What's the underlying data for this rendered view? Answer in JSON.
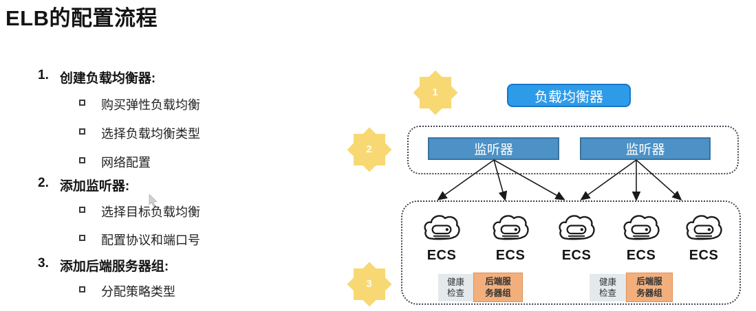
{
  "title": "ELB的配置流程",
  "outline": {
    "steps": [
      {
        "num": "1.",
        "label": "创建负载均衡器:",
        "subs": [
          "购买弹性负载均衡",
          "选择负载均衡类型",
          "网络配置"
        ]
      },
      {
        "num": "2.",
        "label": "添加监听器:",
        "subs": [
          "选择目标负载均衡",
          "配置协议和端口号"
        ]
      },
      {
        "num": "3.",
        "label": "添加后端服务器组:",
        "subs": [
          "分配策略类型"
        ]
      }
    ]
  },
  "diagram": {
    "badges": [
      "1",
      "2",
      "3"
    ],
    "load_balancer_label": "负载均衡器",
    "listeners": [
      "监听器",
      "监听器"
    ],
    "ecs_nodes": [
      "ECS",
      "ECS",
      "ECS",
      "ECS",
      "ECS"
    ],
    "health_check_label": "健康\n检查",
    "backend_group_label": "后端服\n务器组"
  },
  "colors": {
    "load_balancer_blue": "#2E9BE9",
    "listener_blue": "#4C92C6",
    "badge_gold": "#F7D873",
    "backend_orange": "#F2AF7C",
    "health_gray": "#E4E9EC",
    "dashed_border": "#3d4450"
  }
}
